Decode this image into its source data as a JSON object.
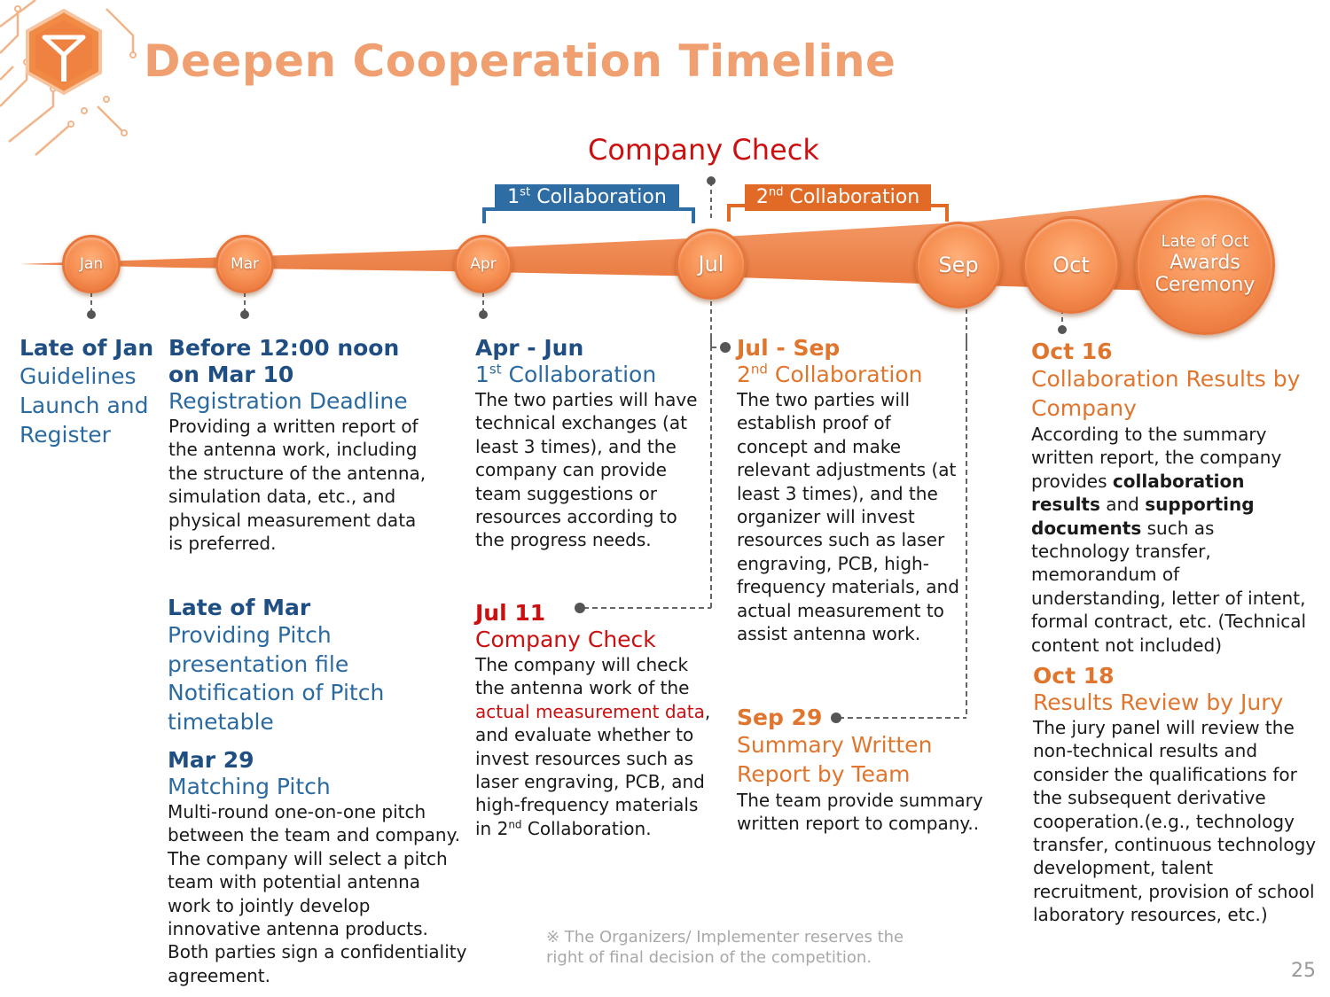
{
  "title": "Deepen Cooperation Timeline",
  "company_check_label": "Company Check",
  "collab1": {
    "num": "1",
    "suffix": "st",
    "label": " Collaboration"
  },
  "collab2": {
    "num": "2",
    "suffix": "nd",
    "label": " Collaboration"
  },
  "months": [
    "Jan",
    "Mar",
    "Apr",
    "Jul",
    "Sep",
    "Oct"
  ],
  "ceremony": {
    "line1": "Late of Oct",
    "line2": "Awards",
    "line3": "Ceremony"
  },
  "jan": {
    "head": "Late of Jan",
    "sub": "Guidelines Launch and Register"
  },
  "mar10": {
    "head1": "Before 12:00 noon",
    "head2": "on Mar 10",
    "sub": "Registration Deadline",
    "body": "Providing a written report of the antenna work, including the structure of the antenna, simulation data, etc., and physical measurement data is preferred."
  },
  "latemar": {
    "head": "Late of Mar",
    "sub1": "Providing Pitch presentation file",
    "sub2": "Notification of Pitch timetable"
  },
  "mar29": {
    "head": "Mar 29",
    "sub": "Matching Pitch",
    "body": "Multi-round one-on-one pitch between the team and company. The company will select a pitch team with potential antenna work to jointly develop innovative antenna products. Both parties sign a confidentiality agreement."
  },
  "aprjun": {
    "head": "Apr - Jun",
    "sub_num": "1",
    "sub_sup": "st",
    "sub_label": " Collaboration",
    "body": "The two parties will have technical exchanges (at least 3 times), and the company can provide team suggestions or resources according to the progress needs."
  },
  "jul11": {
    "head": "Jul 11",
    "sub": "Company Check",
    "body_a": "The company will check the antenna work of the ",
    "body_red": "actual measurement data",
    "body_b": ", and evaluate whether to invest resources such as laser engraving, PCB, and high-frequency materials in ",
    "body_num": "2",
    "body_sup": "nd",
    "body_c": " Collaboration."
  },
  "julsep": {
    "head": "Jul - Sep",
    "sub_num": "2",
    "sub_sup": "nd",
    "sub_label": " Collaboration",
    "body": "The two parties will establish proof of concept and make relevant adjustments (at least 3 times), and the organizer will invest resources such as laser engraving, PCB, high-frequency materials, and actual measurement to assist antenna work."
  },
  "sep29": {
    "head": "Sep 29",
    "sub": "Summary Written Report by Team",
    "body": "The team provide summary written report  to company.."
  },
  "oct16": {
    "head": "Oct 16",
    "sub": "Collaboration Results by Company",
    "body_a": "According to the summary written report, the company provides ",
    "bold1": "collaboration results",
    "body_b": " and ",
    "bold2": "supporting documents",
    "body_c": " such as technology transfer, memorandum of understanding, letter of intent, formal contract, etc. (Technical content not included)"
  },
  "oct18": {
    "head": "Oct 18",
    "sub": "Results Review by Jury",
    "body": "The jury panel will review the non-technical results and consider the qualifications for the subsequent derivative cooperation.(e.g., technology transfer, continuous technology development, talent recruitment, provision of school laboratory resources, etc.)"
  },
  "footnote": "※ The Organizers/ Implementer reserves the right of final decision of the competition.",
  "page_number": "25",
  "colors": {
    "title": "#f0a070",
    "navy": "#1f4f82",
    "blue": "#2b6aa0",
    "orange": "#e0762e",
    "red": "#cc1010",
    "collab1_bar": "#2e6da4",
    "collab2_bar": "#e06a26"
  }
}
